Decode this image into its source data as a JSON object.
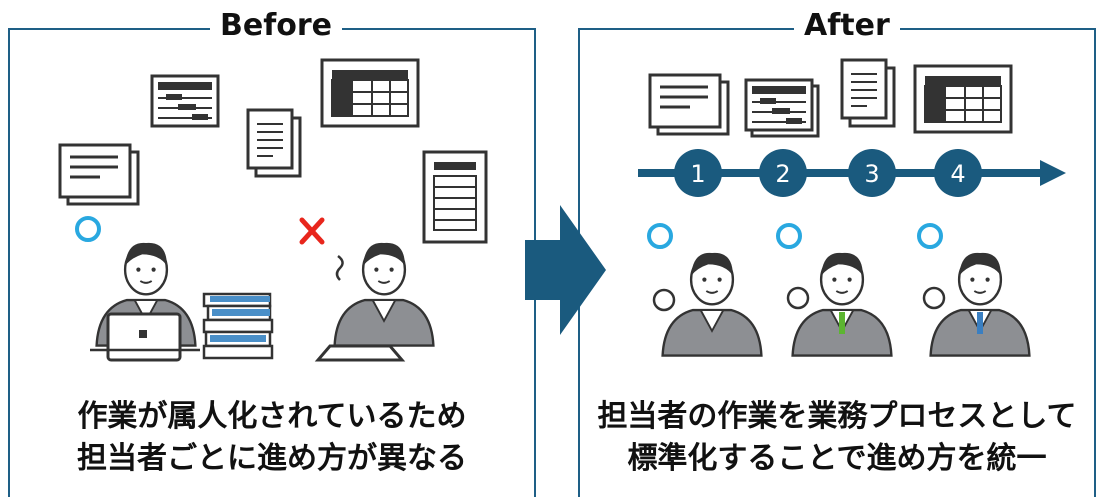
{
  "before": {
    "title": "Before",
    "caption_line1": "作業が属人化されているため",
    "caption_line2": "担当者ごとに進め方が異なる"
  },
  "after": {
    "title": "After",
    "caption_line1": "担当者の作業を業務プロセスとして",
    "caption_line2": "標準化することで進め方を統一"
  },
  "steps": [
    "1",
    "2",
    "3",
    "4"
  ],
  "colors": {
    "frame": "#1e5f86",
    "arrow": "#1a5a7e",
    "step_circle": "#1a5a7e",
    "ok_mark": "#29a8e0",
    "ng_mark": "#e8261c",
    "suit": "#8d8f93"
  }
}
